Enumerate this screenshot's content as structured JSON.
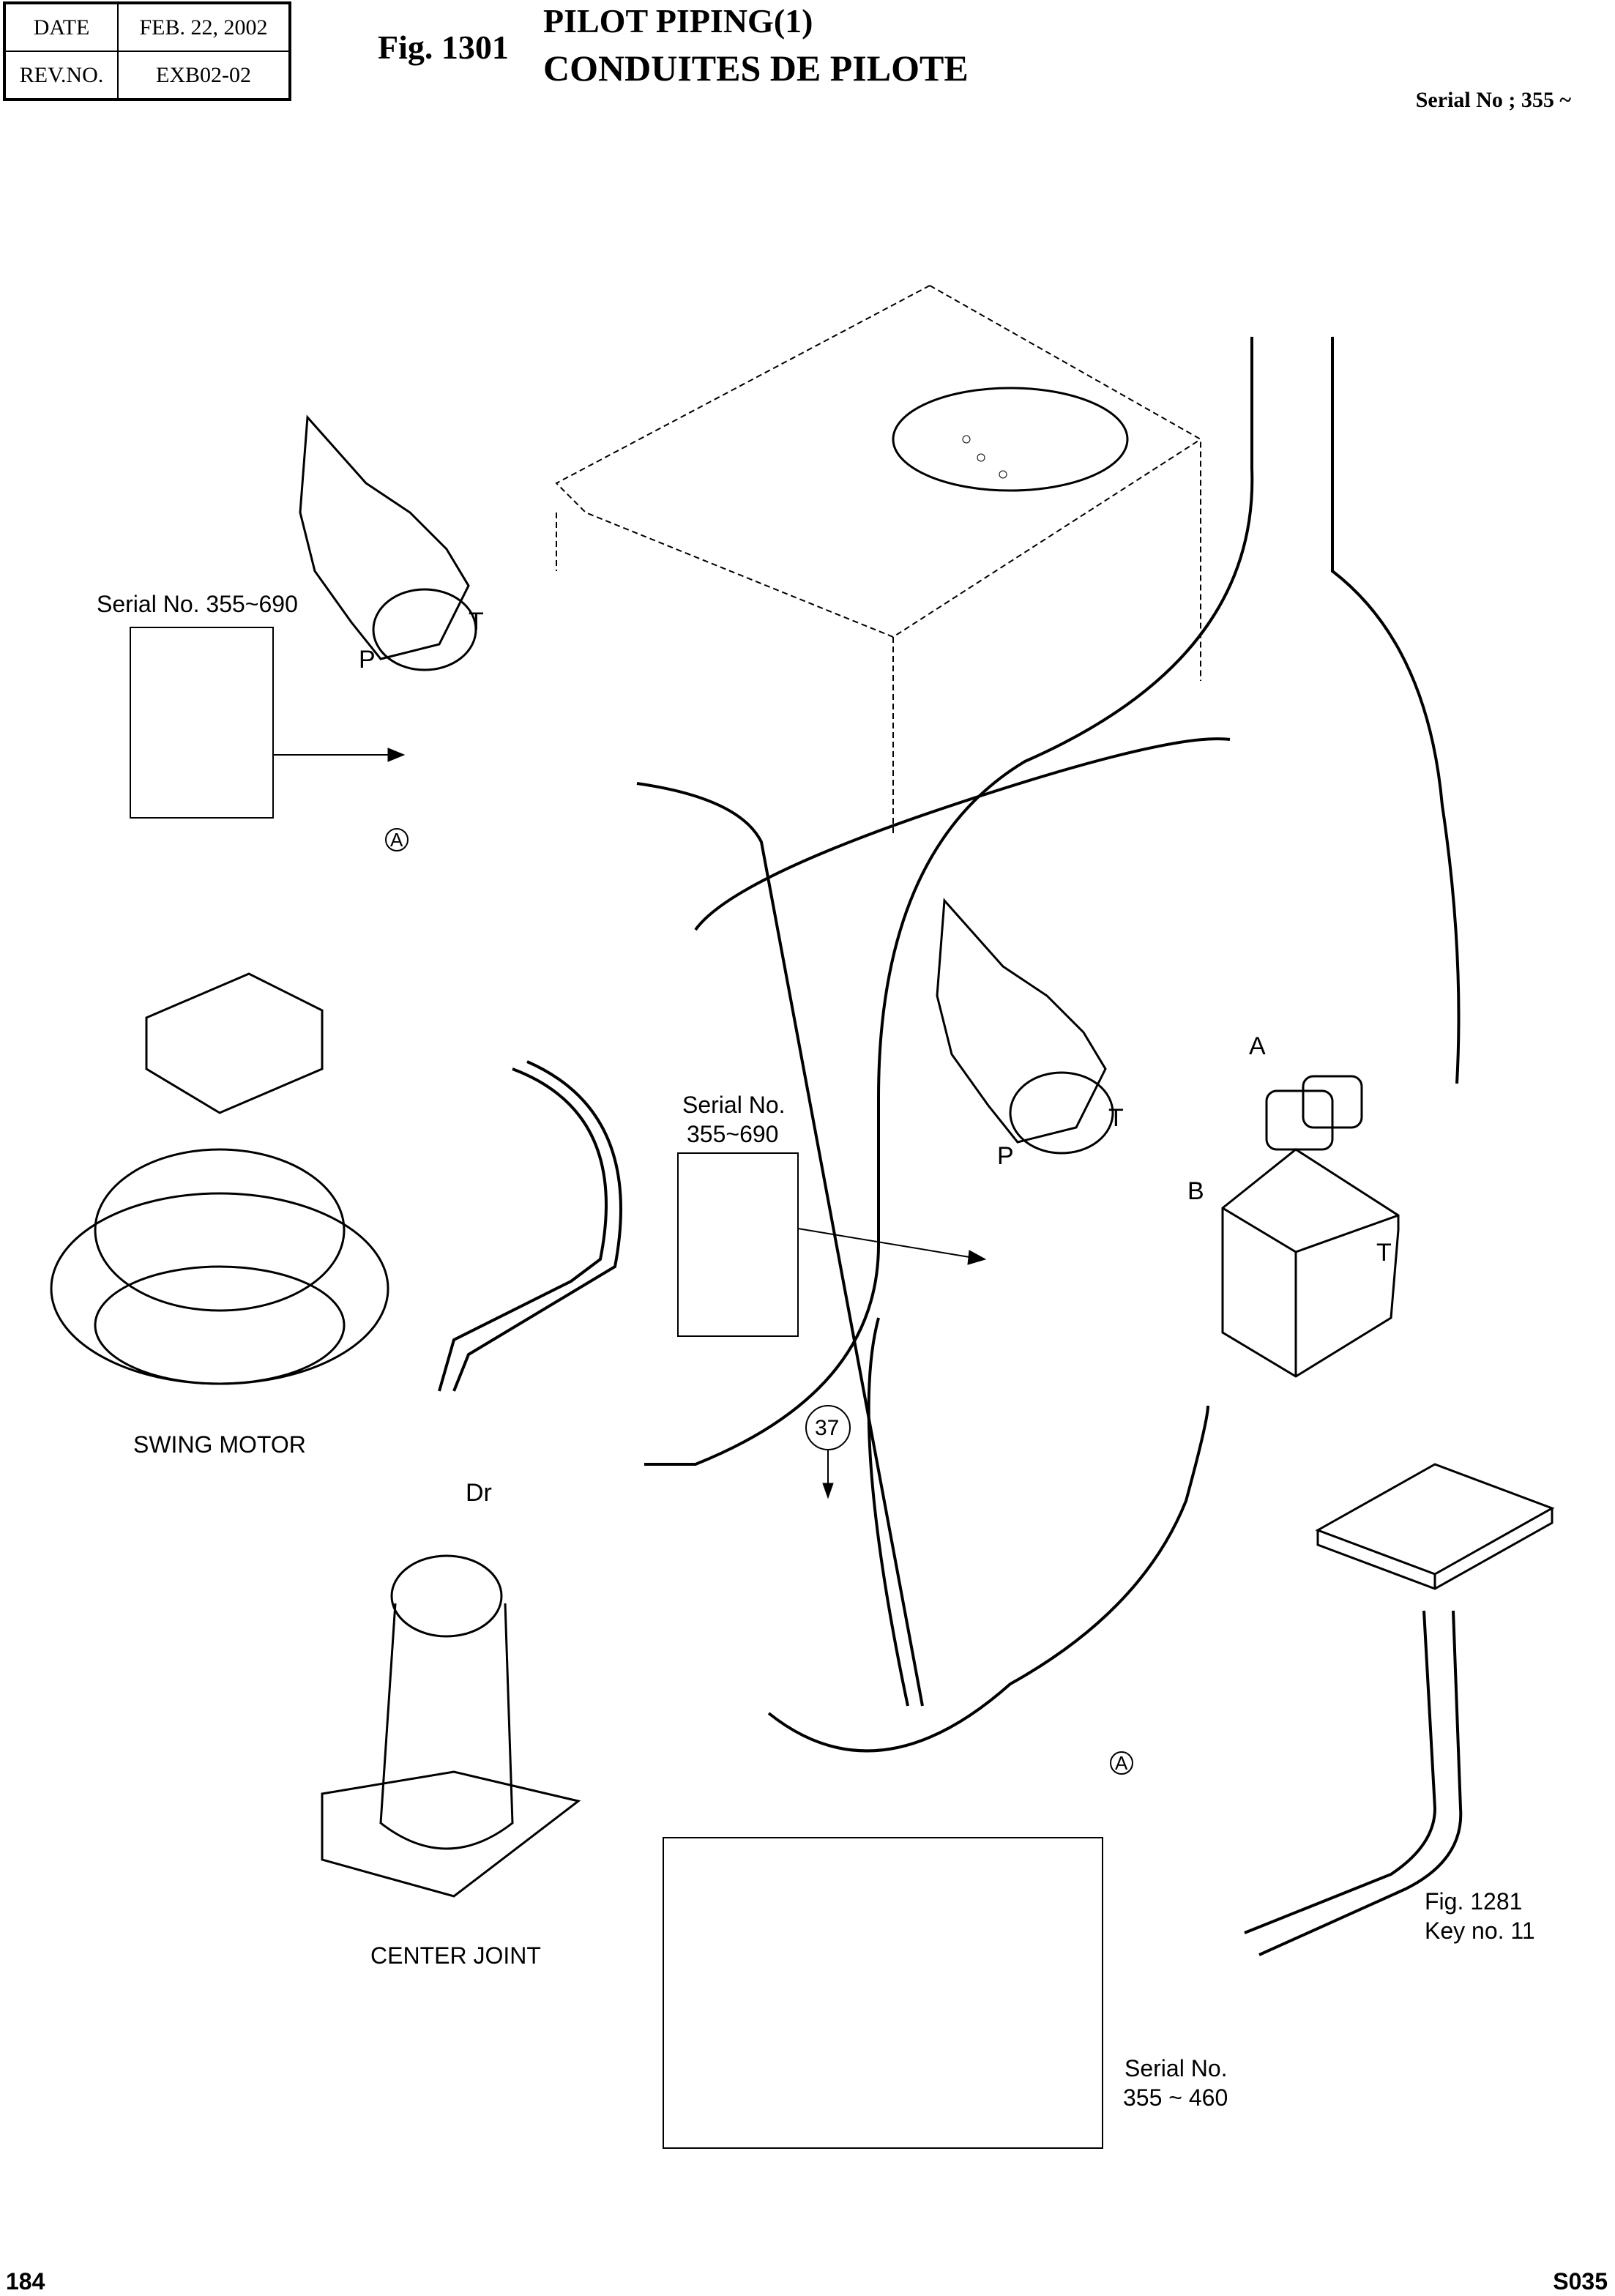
{
  "header": {
    "date_label": "DATE",
    "date_value": "FEB. 22, 2002",
    "rev_label": "REV.NO.",
    "rev_value": "EXB02-02",
    "fig_number": "Fig. 1301",
    "title_en": "PILOT PIPING(1)",
    "title_fr": "CONDUITES DE PILOTE",
    "serial_range": "Serial No ; 355 ~"
  },
  "labels": {
    "inset1_serial": "Serial No. 355~690",
    "inset2_serial_line1": "Serial No.",
    "inset2_serial_line2": "355~690",
    "inset3_serial_line1": "Serial No.",
    "inset3_serial_line2": "355 ~ 460",
    "port_p_left": "P",
    "port_t_left": "T",
    "port_p_right": "P",
    "port_t_right": "T",
    "valve_port_a": "A",
    "valve_port_b": "B",
    "valve_port_t": "T",
    "drain_port": "Dr",
    "swing_motor": "SWING MOTOR",
    "center_joint": "CENTER JOINT",
    "ref_fig_line1": "Fig. 1281",
    "ref_fig_line2": "Key no. 11",
    "callout_a_top": "A",
    "callout_a_bottom": "A",
    "callout_37": "37"
  },
  "footer": {
    "page_number": "184",
    "code": "S035"
  }
}
